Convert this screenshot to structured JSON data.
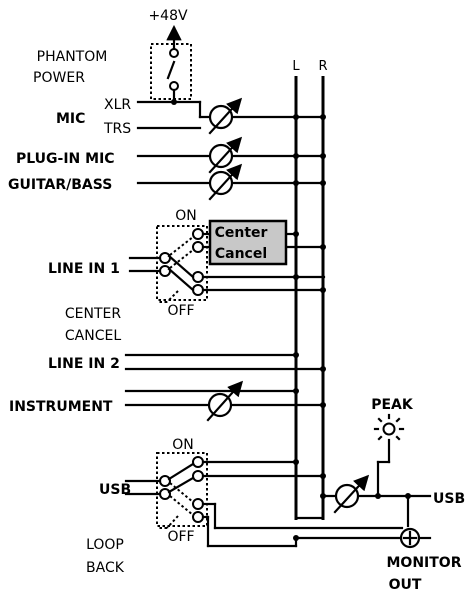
{
  "phantom": {
    "voltage": "+48V",
    "label_line1": "PHANTOM",
    "label_line2": "POWER"
  },
  "bus": {
    "left": "L",
    "right": "R"
  },
  "inputs": {
    "mic": "MIC",
    "xlr": "XLR",
    "trs": "TRS",
    "plugin_mic": "PLUG-IN MIC",
    "guitar_bass": "GUITAR/BASS",
    "line_in_1": "LINE IN 1",
    "line_in_2": "LINE IN 2",
    "instrument": "INSTRUMENT",
    "usb": "USB"
  },
  "center_cancel": {
    "box_line1": "Center",
    "box_line2": "Cancel",
    "switch_on": "ON",
    "switch_off": "OFF",
    "label_line1": "CENTER",
    "label_line2": "CANCEL"
  },
  "loopback": {
    "switch_on": "ON",
    "switch_off": "OFF",
    "label_line1": "LOOP",
    "label_line2": "BACK"
  },
  "outputs": {
    "peak": "PEAK",
    "usb_out": "USB",
    "monitor_line1": "MONITOR",
    "monitor_line2": "OUT"
  },
  "colors": {
    "line": "#000000",
    "center_cancel_fill": "#c8c8c8"
  }
}
